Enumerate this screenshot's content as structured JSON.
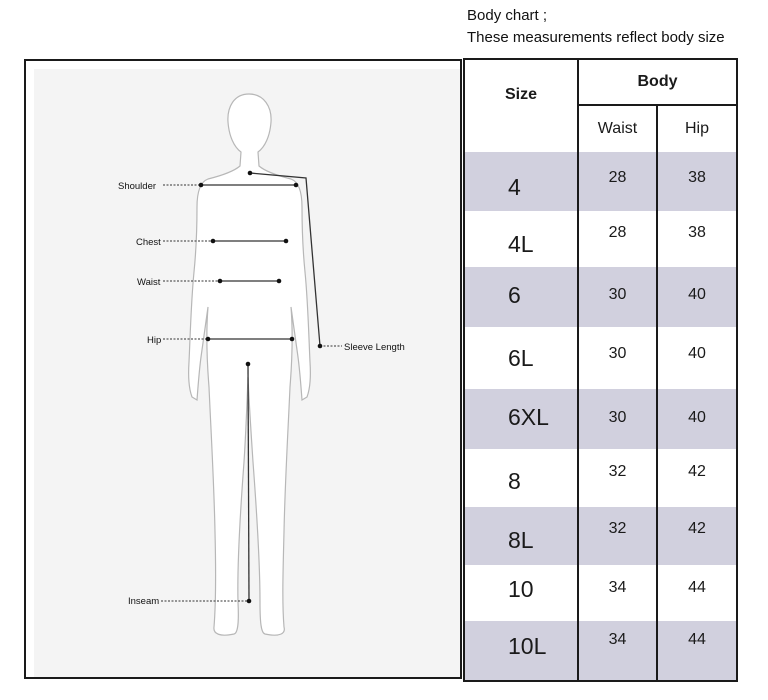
{
  "caption": {
    "line1": "Body chart ;",
    "line2": "These measurements reflect body size"
  },
  "figure": {
    "labels": {
      "shoulder": "Shoulder",
      "chest": "Chest",
      "waist": "Waist",
      "hip": "Hip",
      "sleeve_length": "Sleeve Length",
      "inseam": "Inseam"
    }
  },
  "table": {
    "size_header": "Size",
    "group_header": "Body",
    "columns": [
      "Waist",
      "Hip"
    ],
    "rows": [
      {
        "size": "4",
        "waist": "28",
        "hip": "38"
      },
      {
        "size": "4L",
        "waist": "28",
        "hip": "38"
      },
      {
        "size": "6",
        "waist": "30",
        "hip": "40"
      },
      {
        "size": "6L",
        "waist": "30",
        "hip": "40"
      },
      {
        "size": "6XL",
        "waist": "30",
        "hip": "40"
      },
      {
        "size": "8",
        "waist": "32",
        "hip": "42"
      },
      {
        "size": "8L",
        "waist": "32",
        "hip": "42"
      },
      {
        "size": "10",
        "waist": "34",
        "hip": "44"
      },
      {
        "size": "10L",
        "waist": "34",
        "hip": "44"
      }
    ]
  },
  "colors": {
    "shaded_row": "#d1d0de",
    "border": "#1a1a1a"
  }
}
